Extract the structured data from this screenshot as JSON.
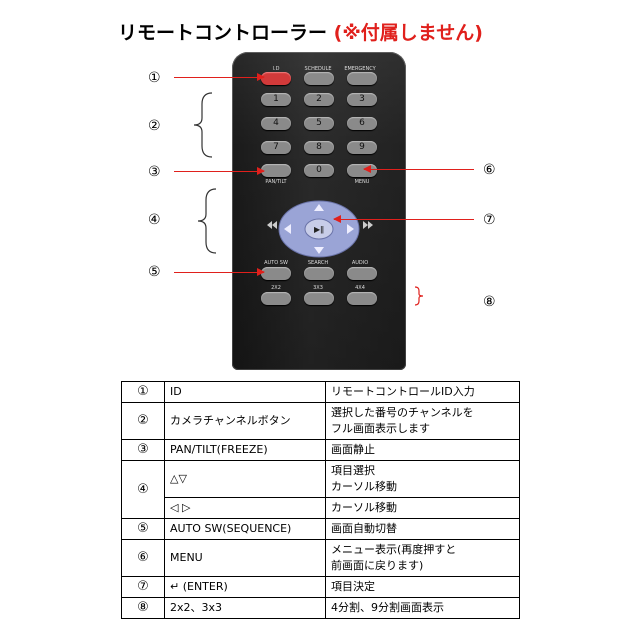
{
  "title": {
    "main": "リモートコントローラー",
    "note": "(※付属しません)"
  },
  "remote": {
    "top_labels": [
      "I.D",
      "SCHEDULE",
      "EMERGENCY"
    ],
    "digits": [
      "1",
      "2",
      "3",
      "4",
      "5",
      "6",
      "7",
      "8",
      "9",
      "0"
    ],
    "pan_tilt_label": "PAN/TILT",
    "menu_label": "MENU",
    "bottom_labels": [
      "AUTO SW",
      "SEARCH",
      "AUDIO"
    ],
    "split_labels": [
      "2X2",
      "3X3",
      "4X4"
    ]
  },
  "markers": [
    "①",
    "②",
    "③",
    "④",
    "⑤",
    "⑥",
    "⑦",
    "⑧"
  ],
  "table": {
    "rows": [
      {
        "num": "①",
        "button": "ID",
        "desc": "リモートコントロールID入力"
      },
      {
        "num": "②",
        "button": "カメラチャンネルボタン",
        "desc": "選択した番号のチャンネルを\nフル画面表示します"
      },
      {
        "num": "③",
        "button": "PAN/TILT(FREEZE)",
        "desc": "画面静止"
      },
      {
        "num": "④",
        "button": "△▽",
        "desc": "項目選択\nカーソル移動"
      },
      {
        "num": "",
        "button": "◁ ▷",
        "desc": "カーソル移動"
      },
      {
        "num": "⑤",
        "button": "AUTO SW(SEQUENCE)",
        "desc": "画面自動切替"
      },
      {
        "num": "⑥",
        "button": "MENU",
        "desc": "メニュー表示(再度押すと\n前画面に戻ります)"
      },
      {
        "num": "⑦",
        "button": "↵ (ENTER)",
        "desc": "項目決定"
      },
      {
        "num": "⑧",
        "button": "2x2、3x3",
        "desc": "4分割、9分割画面表示"
      }
    ]
  }
}
